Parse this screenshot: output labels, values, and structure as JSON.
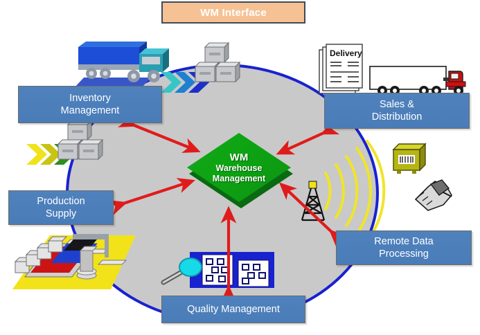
{
  "diagram": {
    "title": "WM Interface",
    "center": {
      "line1": "WM",
      "line2": "Warehouse",
      "line3": "Management",
      "color": "#0ca311"
    },
    "nodes": [
      {
        "id": "inventory",
        "line1": "Inventory",
        "line2": "Management"
      },
      {
        "id": "sales",
        "line1": "Sales &",
        "line2": "Distribution"
      },
      {
        "id": "production",
        "line1": "Production",
        "line2": "Supply"
      },
      {
        "id": "remote",
        "line1": "Remote Data",
        "line2": "Processing"
      },
      {
        "id": "quality",
        "line1": "Quality Management",
        "line2": ""
      }
    ],
    "colors": {
      "title_fill": "#f6c193",
      "title_text": "#ffffff",
      "node_fill": "#4f82bd",
      "node_text": "#ffffff",
      "ellipse_fill": "#c9c9c9",
      "ellipse_border": "#1822cf",
      "arrow": "#e01b1b",
      "center_fill": "#0ca311"
    },
    "icons": {
      "truck_blue": "blue-semi-truck-icon",
      "crates_top": "stacked-crates-icon",
      "chevrons_cyan": "cyan-chevron-arrows-icon",
      "delivery_docs": "delivery-documents-icon",
      "delivery_label": "Delivery",
      "truck_red": "red-cab-trailer-truck-icon",
      "chevrons_green": "green-chevron-arrows-icon",
      "crates_left": "stacked-crates-icon",
      "radio_tower": "radio-tower-icon",
      "signal_waves": "wireless-signal-waves-icon",
      "barcode_box": "barcode-box-icon",
      "handheld_scanner": "handheld-barcode-scanner-icon",
      "conveyor": "conveyor-belt-icon",
      "magnifier": "magnifying-glass-icon",
      "inspection_panels": "inspection-panels-icon"
    },
    "arrows": [
      {
        "from": "center",
        "to": "inventory",
        "style": "double-headed"
      },
      {
        "from": "center",
        "to": "sales",
        "style": "double-headed"
      },
      {
        "from": "center",
        "to": "production",
        "style": "double-headed"
      },
      {
        "from": "center",
        "to": "remote",
        "style": "double-headed"
      },
      {
        "from": "center",
        "to": "quality",
        "style": "double-headed"
      }
    ]
  }
}
